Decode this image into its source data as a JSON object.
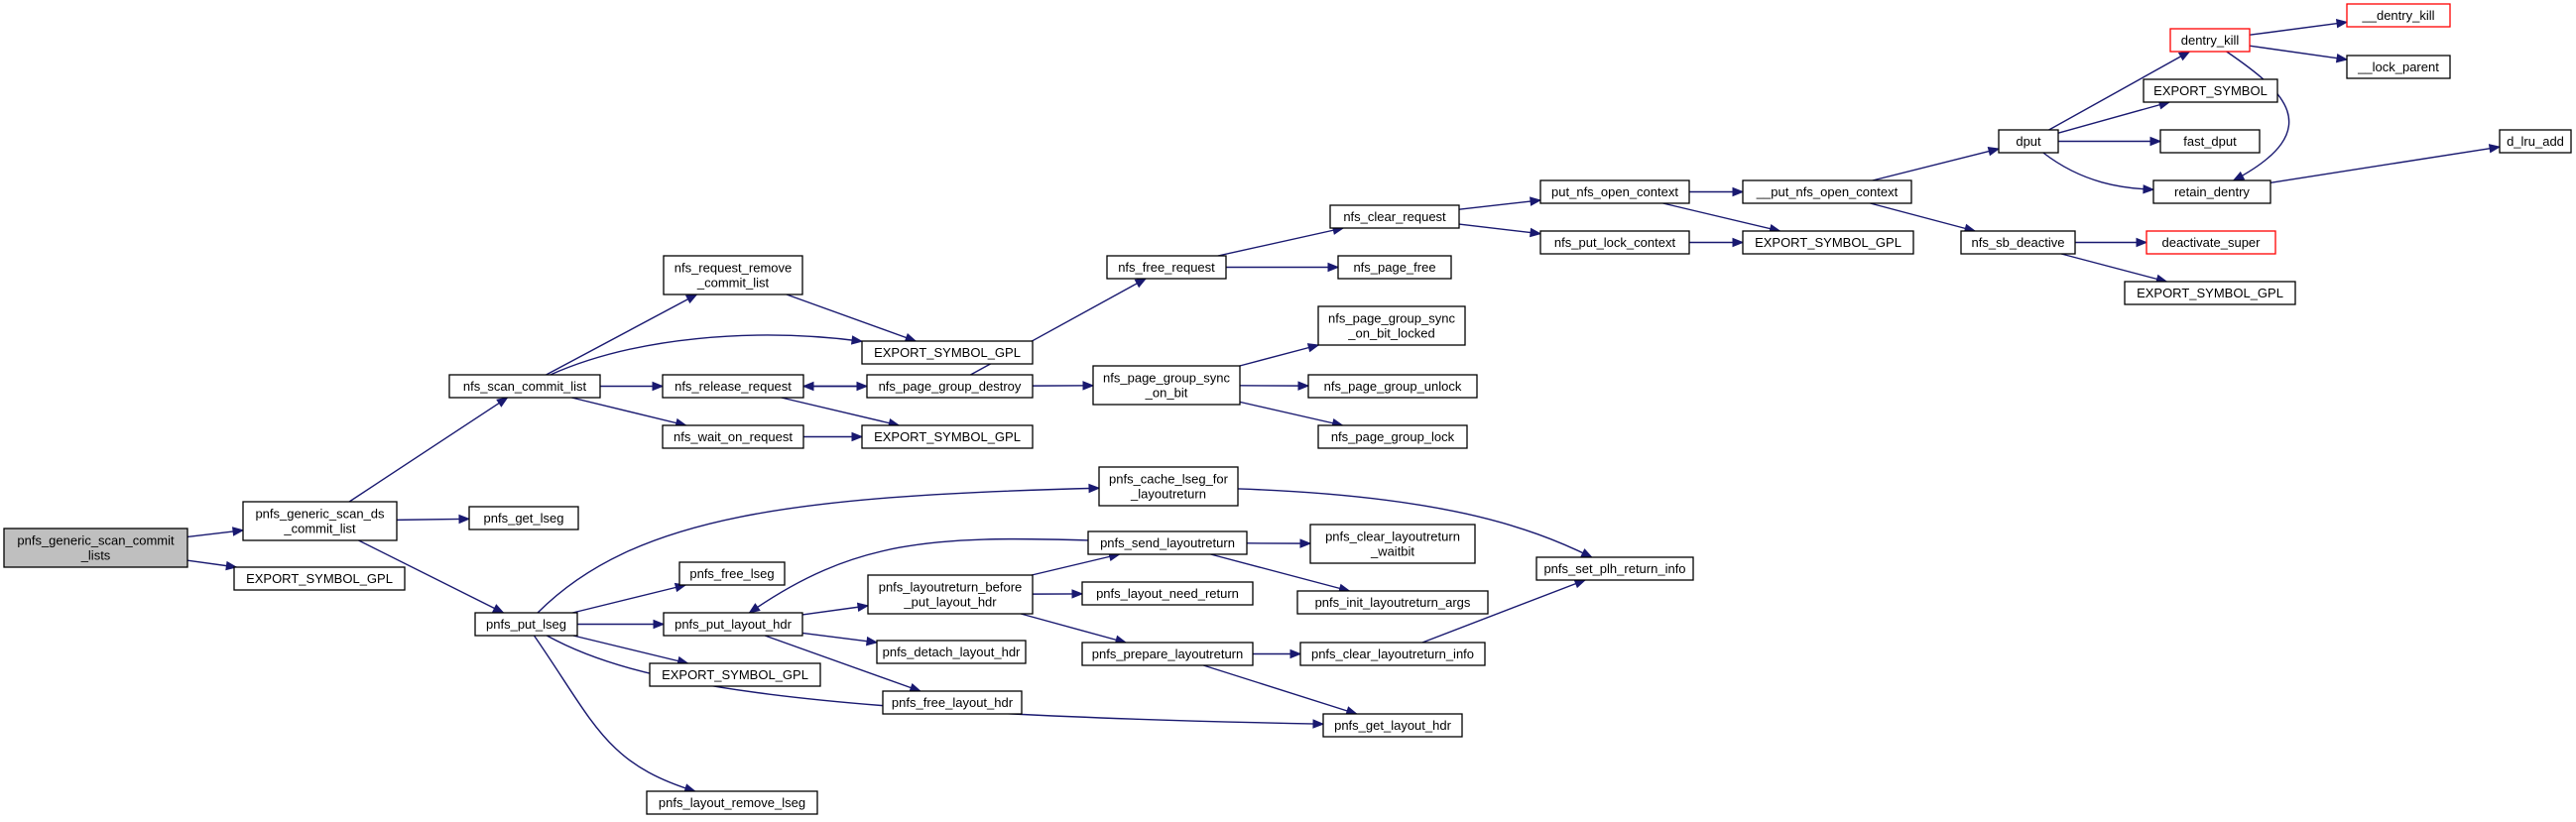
{
  "graph": {
    "kind": "call-graph",
    "colors": {
      "edge": "#191970",
      "root_fill": "#bfbfbf",
      "node_border": "#000000",
      "truncated_border": "#ff0000",
      "background": "#ffffff"
    },
    "nodes": [
      {
        "id": "root",
        "lines": [
          "pnfs_generic_scan_commit",
          "_lists"
        ],
        "style": "root"
      },
      {
        "id": "gen_scan_ds",
        "lines": [
          "pnfs_generic_scan_ds",
          "_commit_list"
        ]
      },
      {
        "id": "export_gpl_root",
        "lines": [
          "EXPORT_SYMBOL_GPL"
        ]
      },
      {
        "id": "nfs_scan_commit_list",
        "lines": [
          "nfs_scan_commit_list"
        ]
      },
      {
        "id": "pnfs_get_lseg",
        "lines": [
          "pnfs_get_lseg"
        ]
      },
      {
        "id": "pnfs_put_lseg",
        "lines": [
          "pnfs_put_lseg"
        ]
      },
      {
        "id": "nfs_request_remove",
        "lines": [
          "nfs_request_remove",
          "_commit_list"
        ]
      },
      {
        "id": "export_gpl_a",
        "lines": [
          "EXPORT_SYMBOL_GPL"
        ]
      },
      {
        "id": "nfs_release_request",
        "lines": [
          "nfs_release_request"
        ]
      },
      {
        "id": "nfs_page_group_destroy",
        "lines": [
          "nfs_page_group_destroy"
        ]
      },
      {
        "id": "nfs_wait_on_request",
        "lines": [
          "nfs_wait_on_request"
        ]
      },
      {
        "id": "export_gpl_b",
        "lines": [
          "EXPORT_SYMBOL_GPL"
        ]
      },
      {
        "id": "nfs_free_request",
        "lines": [
          "nfs_free_request"
        ]
      },
      {
        "id": "nfs_page_group_sync_on_bit",
        "lines": [
          "nfs_page_group_sync",
          "_on_bit"
        ]
      },
      {
        "id": "nfs_clear_request",
        "lines": [
          "nfs_clear_request"
        ]
      },
      {
        "id": "nfs_page_free",
        "lines": [
          "nfs_page_free"
        ]
      },
      {
        "id": "nfs_page_group_sync_on_bit_locked",
        "lines": [
          "nfs_page_group_sync",
          "_on_bit_locked"
        ]
      },
      {
        "id": "nfs_page_group_unlock",
        "lines": [
          "nfs_page_group_unlock"
        ]
      },
      {
        "id": "nfs_page_group_lock",
        "lines": [
          "nfs_page_group_lock"
        ]
      },
      {
        "id": "put_nfs_open_context",
        "lines": [
          "put_nfs_open_context"
        ]
      },
      {
        "id": "nfs_put_lock_context",
        "lines": [
          "nfs_put_lock_context"
        ]
      },
      {
        "id": "__put_nfs_open_context",
        "lines": [
          "__put_nfs_open_context"
        ]
      },
      {
        "id": "export_gpl_c",
        "lines": [
          "EXPORT_SYMBOL_GPL"
        ]
      },
      {
        "id": "dput",
        "lines": [
          "dput"
        ]
      },
      {
        "id": "nfs_sb_deactive",
        "lines": [
          "nfs_sb_deactive"
        ]
      },
      {
        "id": "dentry_kill",
        "lines": [
          "dentry_kill"
        ],
        "style": "truncated"
      },
      {
        "id": "export_symbol",
        "lines": [
          "EXPORT_SYMBOL"
        ]
      },
      {
        "id": "fast_dput",
        "lines": [
          "fast_dput"
        ]
      },
      {
        "id": "retain_dentry",
        "lines": [
          "retain_dentry"
        ]
      },
      {
        "id": "__dentry_kill",
        "lines": [
          "__dentry_kill"
        ],
        "style": "truncated"
      },
      {
        "id": "__lock_parent",
        "lines": [
          "__lock_parent"
        ]
      },
      {
        "id": "d_lru_add",
        "lines": [
          "d_lru_add"
        ]
      },
      {
        "id": "deactivate_super",
        "lines": [
          "deactivate_super"
        ],
        "style": "truncated"
      },
      {
        "id": "export_gpl_d",
        "lines": [
          "EXPORT_SYMBOL_GPL"
        ]
      },
      {
        "id": "pnfs_cache_lseg",
        "lines": [
          "pnfs_cache_lseg_for",
          "_layoutreturn"
        ]
      },
      {
        "id": "pnfs_free_lseg",
        "lines": [
          "pnfs_free_lseg"
        ]
      },
      {
        "id": "pnfs_put_layout_hdr",
        "lines": [
          "pnfs_put_layout_hdr"
        ]
      },
      {
        "id": "export_gpl_e",
        "lines": [
          "EXPORT_SYMBOL_GPL"
        ]
      },
      {
        "id": "pnfs_layout_remove_lseg",
        "lines": [
          "pnfs_layout_remove_lseg"
        ]
      },
      {
        "id": "pnfs_send_layoutreturn",
        "lines": [
          "pnfs_send_layoutreturn"
        ]
      },
      {
        "id": "pnfs_layoutreturn_before",
        "lines": [
          "pnfs_layoutreturn_before",
          "_put_layout_hdr"
        ]
      },
      {
        "id": "pnfs_layout_need_return",
        "lines": [
          "pnfs_layout_need_return"
        ]
      },
      {
        "id": "pnfs_prepare_layoutreturn",
        "lines": [
          "pnfs_prepare_layoutreturn"
        ]
      },
      {
        "id": "pnfs_detach_layout_hdr",
        "lines": [
          "pnfs_detach_layout_hdr"
        ]
      },
      {
        "id": "pnfs_free_layout_hdr",
        "lines": [
          "pnfs_free_layout_hdr"
        ]
      },
      {
        "id": "pnfs_clear_layoutreturn_waitbit",
        "lines": [
          "pnfs_clear_layoutreturn",
          "_waitbit"
        ]
      },
      {
        "id": "pnfs_init_layoutreturn_args",
        "lines": [
          "pnfs_init_layoutreturn_args"
        ]
      },
      {
        "id": "pnfs_clear_layoutreturn_info",
        "lines": [
          "pnfs_clear_layoutreturn_info"
        ]
      },
      {
        "id": "pnfs_get_layout_hdr",
        "lines": [
          "pnfs_get_layout_hdr"
        ]
      },
      {
        "id": "pnfs_set_plh_return_info",
        "lines": [
          "pnfs_set_plh_return_info"
        ]
      }
    ],
    "edges": [
      [
        "root",
        "gen_scan_ds"
      ],
      [
        "root",
        "export_gpl_root"
      ],
      [
        "gen_scan_ds",
        "nfs_scan_commit_list"
      ],
      [
        "gen_scan_ds",
        "pnfs_get_lseg"
      ],
      [
        "gen_scan_ds",
        "pnfs_put_lseg"
      ],
      [
        "nfs_scan_commit_list",
        "nfs_request_remove"
      ],
      [
        "nfs_scan_commit_list",
        "export_gpl_a"
      ],
      [
        "nfs_scan_commit_list",
        "nfs_release_request"
      ],
      [
        "nfs_scan_commit_list",
        "nfs_wait_on_request"
      ],
      [
        "nfs_request_remove",
        "export_gpl_a"
      ],
      [
        "nfs_release_request",
        "nfs_page_group_destroy"
      ],
      [
        "nfs_release_request",
        "export_gpl_b"
      ],
      [
        "nfs_wait_on_request",
        "export_gpl_b"
      ],
      [
        "nfs_page_group_destroy",
        "nfs_free_request"
      ],
      [
        "nfs_page_group_destroy",
        "nfs_release_request"
      ],
      [
        "nfs_page_group_destroy",
        "nfs_page_group_sync_on_bit"
      ],
      [
        "nfs_free_request",
        "nfs_clear_request"
      ],
      [
        "nfs_free_request",
        "nfs_page_free"
      ],
      [
        "nfs_page_group_sync_on_bit",
        "nfs_page_group_sync_on_bit_locked"
      ],
      [
        "nfs_page_group_sync_on_bit",
        "nfs_page_group_unlock"
      ],
      [
        "nfs_page_group_sync_on_bit",
        "nfs_page_group_lock"
      ],
      [
        "nfs_clear_request",
        "put_nfs_open_context"
      ],
      [
        "nfs_clear_request",
        "nfs_put_lock_context"
      ],
      [
        "put_nfs_open_context",
        "__put_nfs_open_context"
      ],
      [
        "put_nfs_open_context",
        "export_gpl_c"
      ],
      [
        "nfs_put_lock_context",
        "export_gpl_c"
      ],
      [
        "__put_nfs_open_context",
        "dput"
      ],
      [
        "__put_nfs_open_context",
        "nfs_sb_deactive"
      ],
      [
        "dput",
        "dentry_kill"
      ],
      [
        "dput",
        "export_symbol"
      ],
      [
        "dput",
        "fast_dput"
      ],
      [
        "dput",
        "retain_dentry"
      ],
      [
        "dentry_kill",
        "__dentry_kill"
      ],
      [
        "dentry_kill",
        "__lock_parent"
      ],
      [
        "dentry_kill",
        "retain_dentry"
      ],
      [
        "retain_dentry",
        "d_lru_add"
      ],
      [
        "nfs_sb_deactive",
        "deactivate_super"
      ],
      [
        "nfs_sb_deactive",
        "export_gpl_d"
      ],
      [
        "pnfs_put_lseg",
        "pnfs_cache_lseg"
      ],
      [
        "pnfs_put_lseg",
        "pnfs_free_lseg"
      ],
      [
        "pnfs_put_lseg",
        "pnfs_put_layout_hdr"
      ],
      [
        "pnfs_put_lseg",
        "export_gpl_e"
      ],
      [
        "pnfs_put_lseg",
        "pnfs_get_layout_hdr"
      ],
      [
        "pnfs_put_lseg",
        "pnfs_layout_remove_lseg"
      ],
      [
        "pnfs_cache_lseg",
        "pnfs_set_plh_return_info"
      ],
      [
        "pnfs_put_layout_hdr",
        "pnfs_layoutreturn_before"
      ],
      [
        "pnfs_put_layout_hdr",
        "pnfs_detach_layout_hdr"
      ],
      [
        "pnfs_put_layout_hdr",
        "pnfs_free_layout_hdr"
      ],
      [
        "pnfs_layoutreturn_before",
        "pnfs_send_layoutreturn"
      ],
      [
        "pnfs_layoutreturn_before",
        "pnfs_layout_need_return"
      ],
      [
        "pnfs_layoutreturn_before",
        "pnfs_prepare_layoutreturn"
      ],
      [
        "pnfs_send_layoutreturn",
        "pnfs_put_layout_hdr"
      ],
      [
        "pnfs_send_layoutreturn",
        "pnfs_clear_layoutreturn_waitbit"
      ],
      [
        "pnfs_send_layoutreturn",
        "pnfs_init_layoutreturn_args"
      ],
      [
        "pnfs_prepare_layoutreturn",
        "pnfs_clear_layoutreturn_info"
      ],
      [
        "pnfs_prepare_layoutreturn",
        "pnfs_get_layout_hdr"
      ],
      [
        "pnfs_clear_layoutreturn_info",
        "pnfs_set_plh_return_info"
      ]
    ]
  }
}
